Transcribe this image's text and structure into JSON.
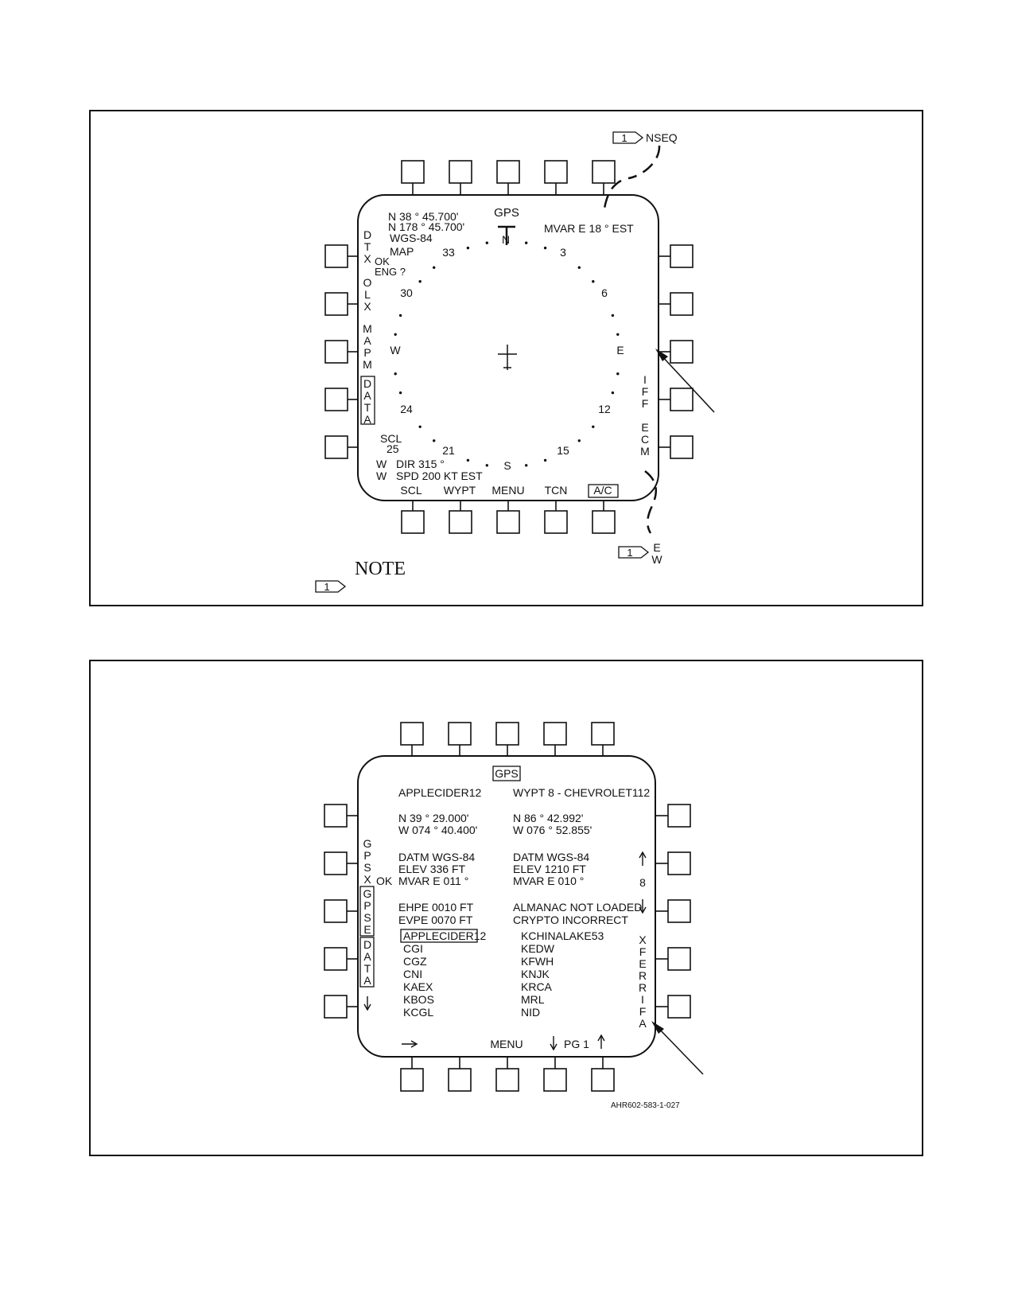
{
  "figure1": {
    "top_header": "GPS",
    "lat_line": "N  38 °  45.700'",
    "lon_line": "N  178 °  45.700'",
    "datum": "WGS-84",
    "map_label": "MAP",
    "ok_label": "OK",
    "eng_label": "ENG ?",
    "mvar": "MVAR   E 18 °  EST",
    "compass": {
      "n": "N",
      "e": "E",
      "s": "S",
      "w": "W",
      "t3": "3",
      "t6": "6",
      "t12": "12",
      "t15": "15",
      "t21": "21",
      "t24": "24",
      "t30": "30",
      "t33": "33"
    },
    "scl_label": "SCL",
    "scl_value": "25",
    "ww_top": "W",
    "ww_bottom": "W",
    "wind_dir": "DIR   315 °",
    "wind_spd": "SPD   200   KT EST",
    "left_vert_1": "DTX",
    "left_vert_2": "OLX",
    "left_vert_3": "MAPM",
    "left_vert_4": "DATA",
    "right_vert_1": "IFF",
    "right_vert_2": "ECM",
    "bottom_labels": [
      "SCL",
      "WYPT",
      "MENU",
      "TCN",
      "A/C"
    ],
    "callout_nseq_num": "1",
    "callout_nseq_label": "NSEQ",
    "callout_ew_num": "1",
    "callout_ew_label": "EW",
    "note_title": "NOTE",
    "note_num": "1"
  },
  "figure2": {
    "top_header": "GPS",
    "left_col": {
      "name": "APPLECIDER12",
      "lat": "N   39 °  29.000'",
      "lon": "W 074 °  40.400'",
      "datm": "DATM     WGS-84",
      "elev": "ELEV       336 FT",
      "mvar": "MVAR    E  011 °",
      "ehpe": "EHPE      0010 FT",
      "evpe": "EVPE      0070 FT"
    },
    "right_col": {
      "wypt": "WYPT   8  -  CHEVROLET112",
      "lat": "N  86 °    42.992'",
      "lon": "W 076 °   52.855'",
      "datm": "DATM     WGS-84",
      "elev": "ELEV       1210 FT",
      "mvar": "MVAR    E 010 °",
      "almanac": "ALMANAC   NOT LOADED",
      "crypto": "CRYPTO      INCORRECT"
    },
    "ok_label": "OK",
    "left_vert_1": "GPSX",
    "left_vert_2": "GPSE",
    "left_vert_3": "DATA",
    "right_vert_1": "XFER",
    "right_vert_2": "RIFA",
    "waypoint_number": "8",
    "list_left": [
      "APPLECIDER12",
      "CGI",
      "CGZ",
      "CNI",
      "KAEX",
      "KBOS",
      "KCGL"
    ],
    "list_right": [
      "KCHINALAKE53",
      "KEDW",
      "KFWH",
      "KNJK",
      "KRCA",
      "MRL",
      "NID"
    ],
    "bottom_menu": "MENU",
    "bottom_page": "PG 1",
    "figure_id": "AHR602-583-1-027"
  }
}
